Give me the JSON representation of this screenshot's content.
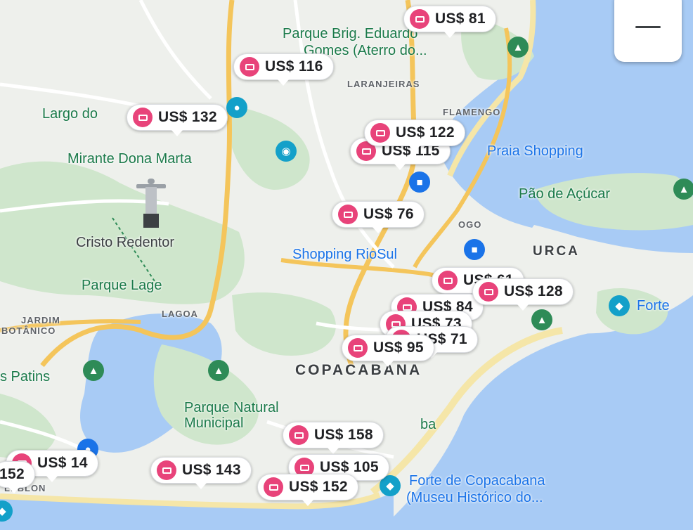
{
  "labels": {
    "parque_brig": "Parque Brig. Eduardo",
    "gomes": "Gomes (Aterro do...",
    "laranjeiras": "LARANJEIRAS",
    "largo_do": "Largo do",
    "flamengo": "FLAMENGO",
    "mirante": "Mirante Dona Marta",
    "praia_shopping": "Praia Shopping",
    "pao_de_acucar": "Pão de Açúcar",
    "botafogo": "OGO",
    "cristo": "Cristo Redentor",
    "shopping_riosul": "Shopping RioSul",
    "urca": "URCA",
    "parque_lage": "Parque Lage",
    "lagoa": "LAGOA",
    "jardim": "JARDIM",
    "botanico": "BOTÂNICO",
    "forte": "Forte",
    "patins": "s Patins",
    "copacabana": "COPACABANA",
    "parque_natural": "Parque Natural",
    "municipal": "Municipal",
    "ba": "ba",
    "leblon": "LEBLON",
    "forte_copa": "Forte de Copacabana",
    "museu": "(Museu Histórico do..."
  },
  "pins": [
    {
      "price": "US$ 81"
    },
    {
      "price": "US$ 116"
    },
    {
      "price": "US$ 132"
    },
    {
      "price": "US$ 122"
    },
    {
      "price": "US$ 115"
    },
    {
      "price": "US$ 76"
    },
    {
      "price": "US$ 61"
    },
    {
      "price": "US$ 128"
    },
    {
      "price": "US$ 84"
    },
    {
      "price": "US$ 73"
    },
    {
      "price": "US$ 71"
    },
    {
      "price": "US$ 95"
    },
    {
      "price": "US$ 158"
    },
    {
      "price": "US$ 14"
    },
    {
      "price": "US$ 143"
    },
    {
      "price": "US$ 105"
    },
    {
      "price": "US$ 152"
    },
    {
      "price": "152"
    }
  ],
  "controls": {
    "zoom_out_icon": "minus-icon"
  },
  "colors": {
    "water": "#a8cbf5",
    "park": "#cfe6cc",
    "pin_badge": "#e8437a",
    "green_label": "#1b7a4a",
    "blue_label": "#1a73e8"
  }
}
